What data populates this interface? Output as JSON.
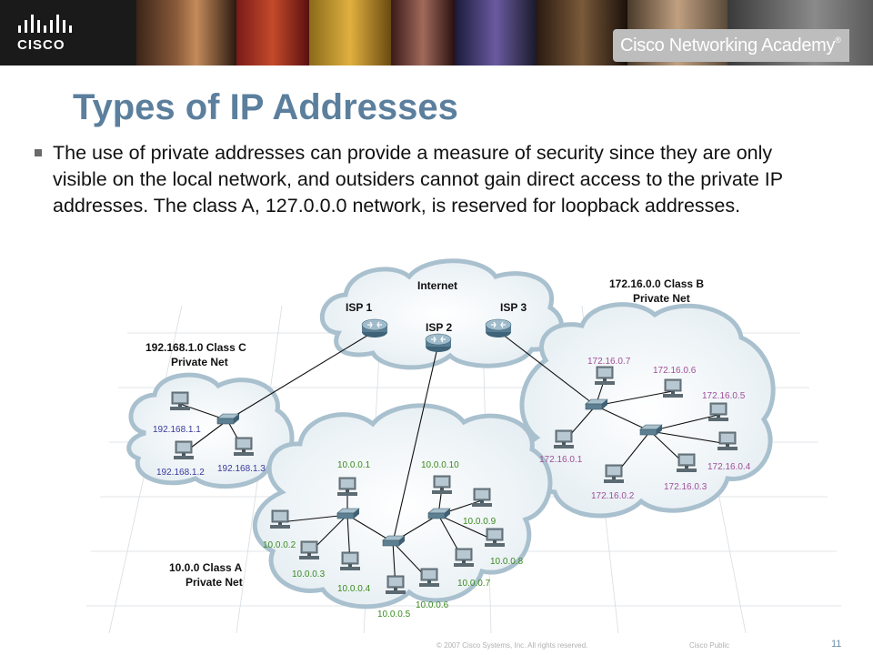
{
  "header": {
    "brand": "CISCO",
    "academy": "Cisco Networking Academy",
    "academy_mark": "®"
  },
  "slide": {
    "title": "Types of IP Addresses",
    "bullet": "The use of private addresses can provide a measure of security since they are only visible on the local network, and outsiders cannot gain direct access to the private IP addresses. The class A, 127.0.0.0 network, is reserved for loopback addresses."
  },
  "diagram": {
    "internet": {
      "label": "Internet",
      "isp1": "ISP 1",
      "isp2": "ISP 2",
      "isp3": "ISP 3"
    },
    "net_c": {
      "title_line1": "192.168.1.0 Class C",
      "title_line2": "Private Net",
      "hosts": [
        "192.168.1.1",
        "192.168.1.2",
        "192.168.1.3"
      ]
    },
    "net_b": {
      "title_line1": "172.16.0.0 Class B",
      "title_line2": "Private Net",
      "hosts": [
        "172.16.0.7",
        "172.16.0.6",
        "172.16.0.5",
        "172.16.0.1",
        "172.16.0.4",
        "172.16.0.2",
        "172.16.0.3"
      ]
    },
    "net_a": {
      "title_line1": "10.0.0 Class A",
      "title_line2": "Private Net",
      "hosts": [
        "10.0.0.1",
        "10.0.0.10",
        "10.0.0.9",
        "10.0.0.2",
        "10.0.0.3",
        "10.0.0.8",
        "10.0.0.4",
        "10.0.0.7",
        "10.0.0.6",
        "10.0.0.5"
      ]
    }
  },
  "footer": {
    "copyright": "© 2007 Cisco Systems, Inc. All rights reserved.",
    "classification": "Cisco Public",
    "page": "11"
  },
  "colors": {
    "title": "#5b7f9d",
    "banner": "#1a1a1a",
    "ip_green": "#3b8a1e",
    "ip_blue": "#3a3a9a",
    "ip_purple": "#a0509a"
  }
}
